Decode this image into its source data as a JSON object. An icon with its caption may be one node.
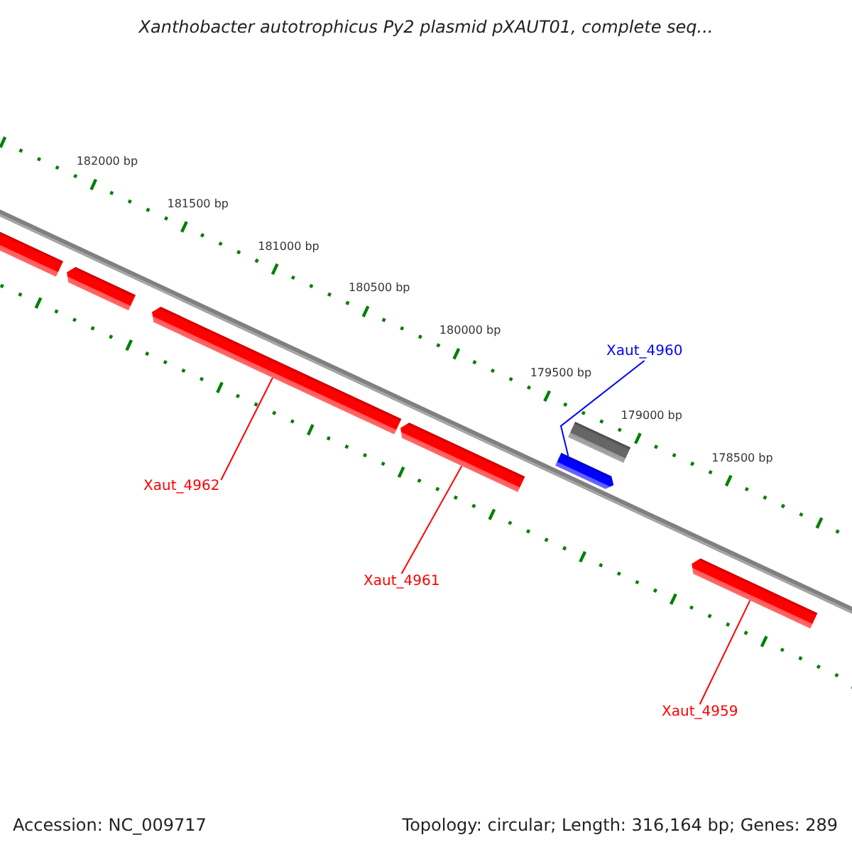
{
  "diagram": {
    "title": "Xanthobacter autotrophicus Py2 plasmid pXAUT01, complete seq...",
    "nodes": [
      {
        "text": [
          "Xaut_4962"
        ]
      },
      {
        "text": [
          "Xaut_4961"
        ]
      },
      {
        "text": [
          "Xaut_4960"
        ]
      },
      {
        "text": [
          "Xaut_4959"
        ]
      },
      {
        "text": [],
        "shape": "bar"
      },
      {
        "text": [],
        "shape": "bar"
      },
      {
        "text": [],
        "shape": "bar"
      },
      {
        "text": [],
        "shape": "bar"
      },
      {
        "text": [],
        "shape": "bar"
      },
      {
        "text": [],
        "shape": "bar"
      },
      {
        "text": [],
        "shape": "bar"
      }
    ],
    "edges": [
      {
        "from": 0,
        "to": 6,
        "arrow": "none"
      },
      {
        "from": 1,
        "to": 7,
        "arrow": "none"
      },
      {
        "from": 2,
        "to": 8,
        "arrow": "none",
        "color": "#0000ff"
      },
      {
        "from": 3,
        "to": 10,
        "arrow": "none"
      }
    ],
    "labels": [
      "182000 bp",
      "181500 bp",
      "181000 bp",
      "180500 bp",
      "180000 bp",
      "179500 bp",
      "179000 bp",
      "178500 bp",
      "Accession: NC_009717",
      "Topology: circular; Length: 316,164 bp; Genes: 289"
    ]
  }
}
